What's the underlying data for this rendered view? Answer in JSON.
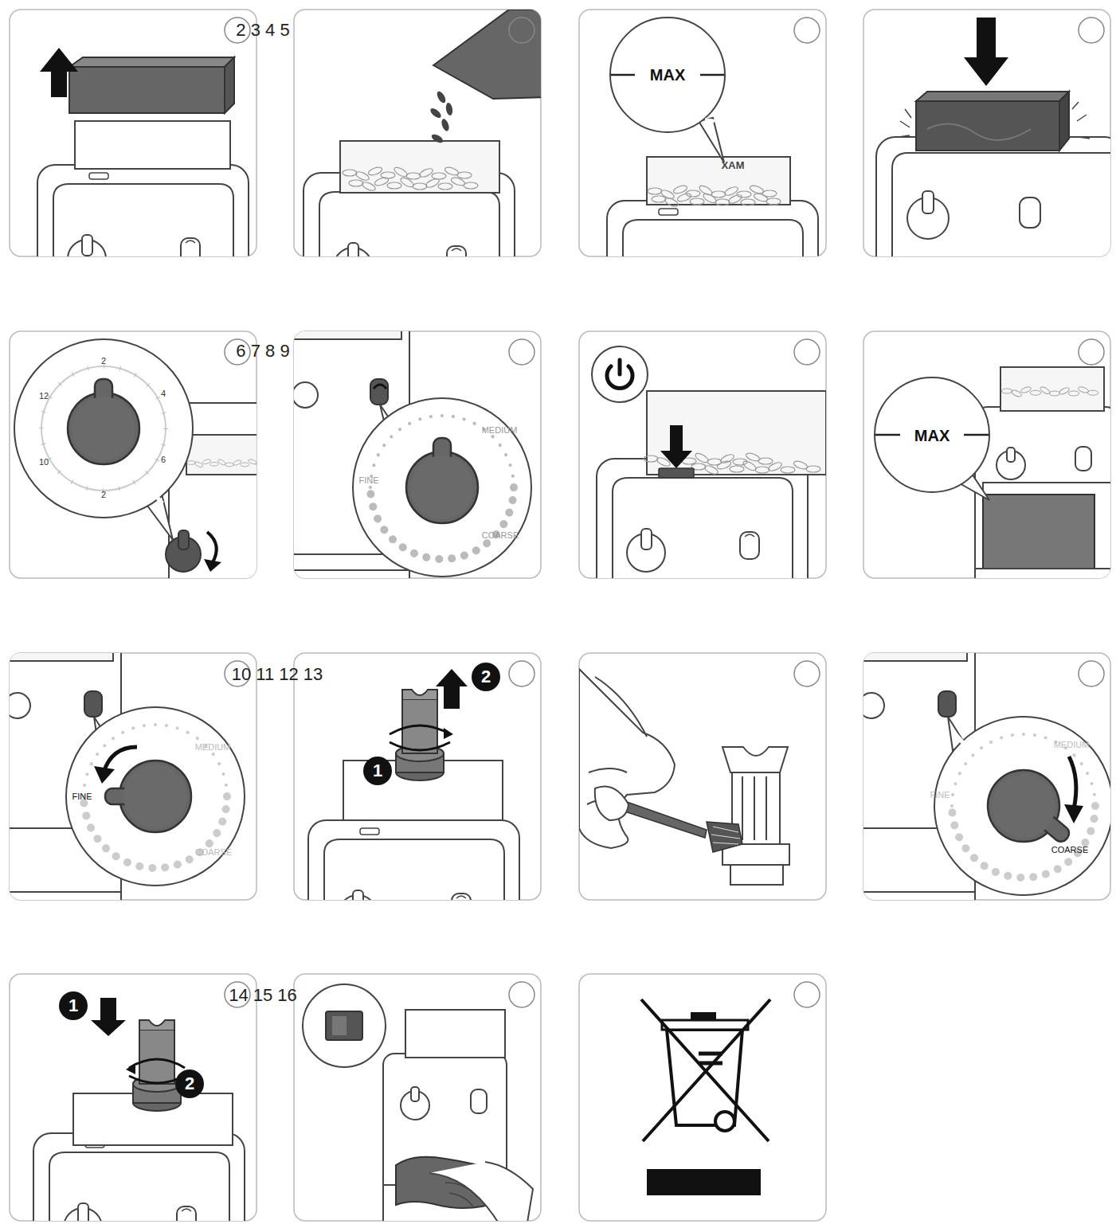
{
  "diagram": {
    "labels": [
      "2 3 4 5",
      "MAX",
      "MAX",
      "6 7 8 9",
      "2",
      "4",
      "6",
      "2",
      "10",
      "12",
      "MEDIUM",
      "FINE",
      "COARSE",
      "MAX",
      "10 11 12 13",
      "MEDIUM",
      "FINE",
      "COARSE",
      "1",
      "2",
      "MEDIUM",
      "FINE",
      "COARSE",
      "1",
      "2",
      "14 15 16"
    ]
  }
}
